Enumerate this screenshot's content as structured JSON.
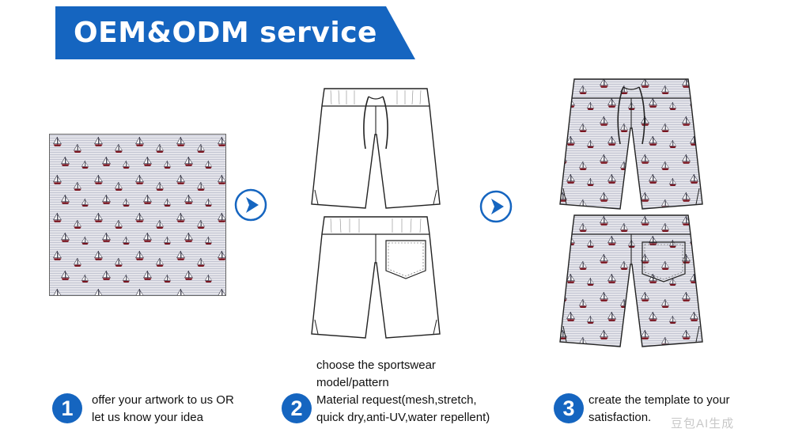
{
  "banner": {
    "title": "OEM&ODM service",
    "color": "#1565c0"
  },
  "colors": {
    "accent": "#1565c0",
    "fabric_base": "#e4e4ea",
    "stripe": "#8f96ad",
    "sail": "#ffffff",
    "hull": "#7a1520"
  },
  "icons": {
    "arrow": "chevron-right-circle-icon"
  },
  "steps": [
    {
      "number": "1",
      "lines": [
        "offer your artwork to us OR",
        "let us know your idea"
      ]
    },
    {
      "number": "2",
      "lines": [
        "choose the sportswear",
        "model/pattern",
        "Material request(mesh,stretch,",
        "quick dry,anti-UV,water repellent)"
      ]
    },
    {
      "number": "3",
      "lines": [
        "create the template to your",
        "satisfaction."
      ]
    }
  ],
  "watermark": "豆包AI生成"
}
